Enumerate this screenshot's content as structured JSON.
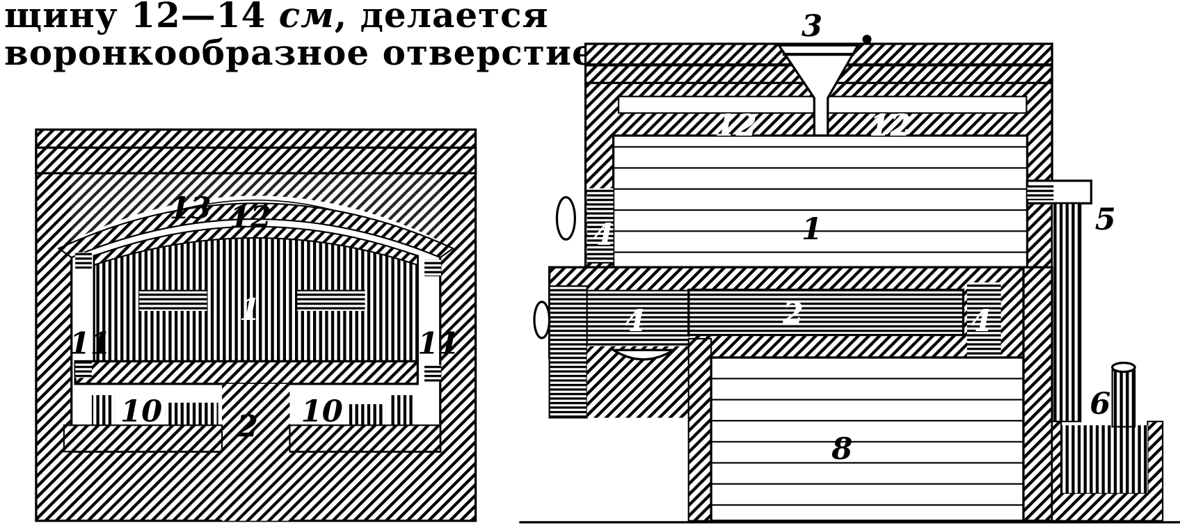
{
  "text": {
    "line1_a": "щину 12—14 ",
    "line1_unit": "см",
    "line1_b": ", делается",
    "line2": "воронкообразное отверстие"
  },
  "figure_left": {
    "labels": {
      "arch": "13",
      "top": "12",
      "kiln": "1",
      "side_left": "11",
      "side_right": "11",
      "firebox_left": "10",
      "firebox_right": "10",
      "pillar": "2"
    }
  },
  "figure_right": {
    "labels": {
      "hopper": "3",
      "top_left": "12",
      "top_right": "12",
      "chamber": "1",
      "pipe": "5",
      "left_wall": "4",
      "channel": "2",
      "block_left": "4",
      "block_right": "4",
      "lower_chamber": "8",
      "tank": "6"
    }
  }
}
